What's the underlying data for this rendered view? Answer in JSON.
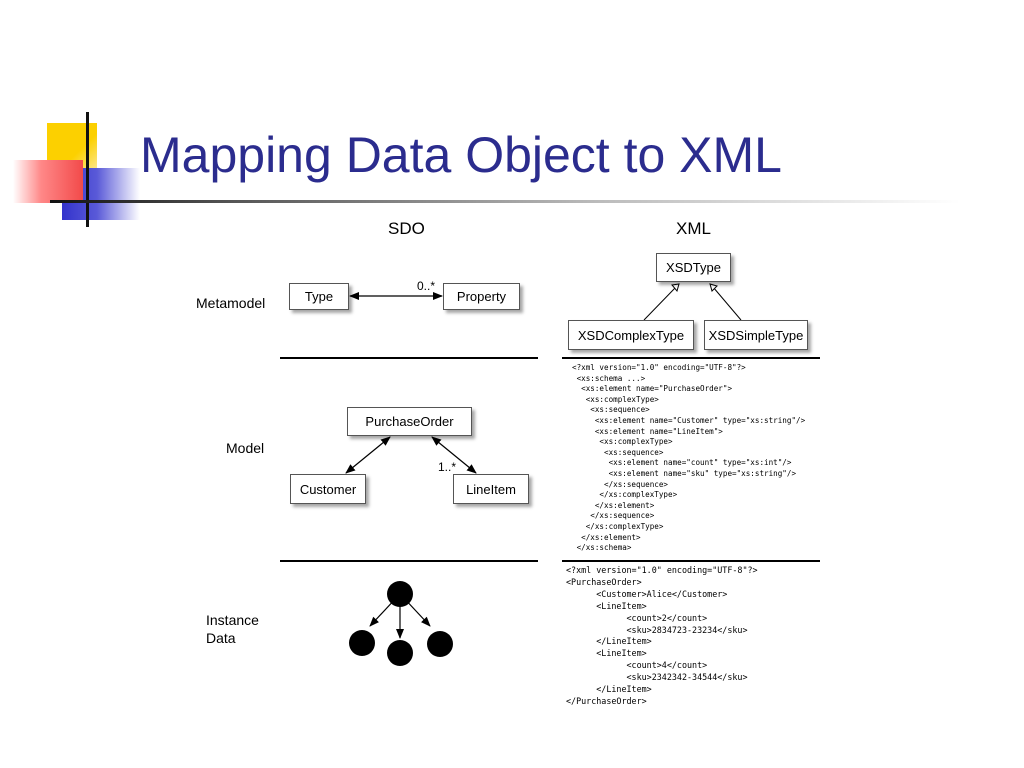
{
  "title": "Mapping Data Object to XML",
  "columns": {
    "sdo": "SDO",
    "xml": "XML"
  },
  "rows": {
    "metamodel": "Metamodel",
    "model": "Model",
    "instance_line1": "Instance",
    "instance_line2": "Data"
  },
  "sdo_metamodel": {
    "type_box": "Type",
    "property_box": "Property",
    "multiplicity": "0..*"
  },
  "xml_metamodel": {
    "root_box": "XSDType",
    "complex_box": "XSDComplexType",
    "simple_box": "XSDSimpleType"
  },
  "sdo_model": {
    "root_box": "PurchaseOrder",
    "customer_box": "Customer",
    "lineitem_box": "LineItem",
    "multiplicity": "1..*"
  },
  "xml_schema_code": "<?xml version=\"1.0\" encoding=\"UTF-8\"?>\n <xs:schema ...>\n  <xs:element name=\"PurchaseOrder\">\n   <xs:complexType>\n    <xs:sequence>\n     <xs:element name=\"Customer\" type=\"xs:string\"/>\n     <xs:element name=\"LineItem\">\n      <xs:complexType>\n       <xs:sequence>\n        <xs:element name=\"count\" type=\"xs:int\"/>\n        <xs:element name=\"sku\" type=\"xs:string\"/>\n       </xs:sequence>\n      </xs:complexType>\n     </xs:element>\n    </xs:sequence>\n   </xs:complexType>\n  </xs:element>\n </xs:schema>",
  "xml_instance_code": "<?xml version=\"1.0\" encoding=\"UTF-8\"?>\n<PurchaseOrder>\n      <Customer>Alice</Customer>\n      <LineItem>\n            <count>2</count>\n            <sku>2834723-23234</sku>\n      </LineItem>\n      <LineItem>\n            <count>4</count>\n            <sku>2342342-34544</sku>\n      </LineItem>\n</PurchaseOrder>",
  "colors": {
    "title": "#2b2c8e",
    "accent_yellow": "#fcd000",
    "accent_red": "#f24a4a",
    "accent_blue": "#3333cc"
  }
}
